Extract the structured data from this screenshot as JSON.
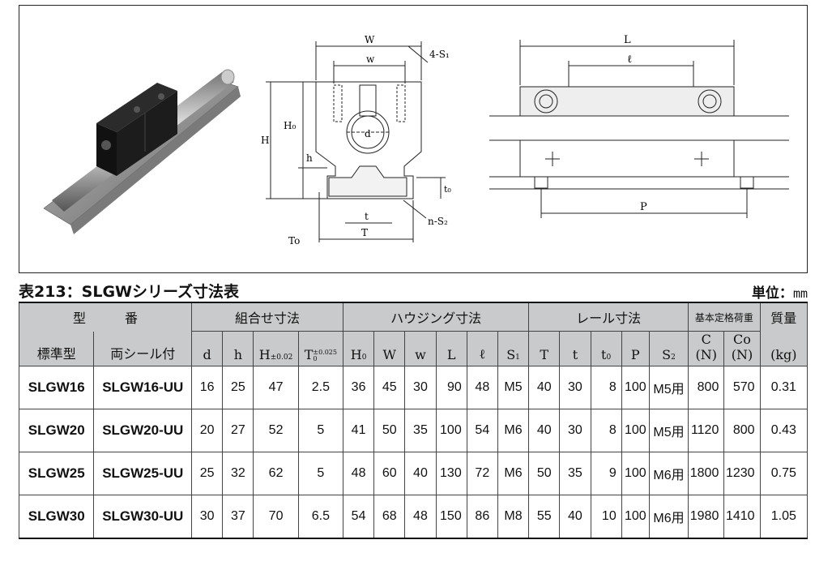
{
  "diagram": {
    "labels": {
      "W": "W",
      "w": "w",
      "four_s1": "4-S₁",
      "H0": "H₀",
      "H": "H",
      "h": "h",
      "d": "d",
      "t0": "t₀",
      "t": "t",
      "n_s2": "n-S₂",
      "To": "To",
      "T": "T",
      "L": "L",
      "ell": "ℓ",
      "P": "P"
    }
  },
  "table": {
    "title": "表213：SLGWシリーズ寸法表",
    "unit_label": "単位：",
    "unit_value": "mm",
    "header": {
      "model": "型　　　番",
      "combo": "組合せ寸法",
      "housing": "ハウジング寸法",
      "rail": "レール寸法",
      "load": "基本定格荷重",
      "mass": "質量",
      "C": "C",
      "Co": "Co",
      "std": "標準型",
      "seal": "両シール付",
      "d": "d",
      "h": "h",
      "H": "H",
      "H_tol": "±0.02",
      "T": "T",
      "T_tol_top": "±0.025",
      "T_tol_bottom": "0",
      "H0": "H",
      "H0_sub": "0",
      "W": "W",
      "w": "w",
      "L": "L",
      "ell": "ℓ",
      "S1": "S",
      "S1_sub": "1",
      "T2": "T",
      "t": "t",
      "t0": "t",
      "t0_sub": "0",
      "P": "P",
      "S2": "S",
      "S2_sub": "2",
      "C_unit": "(N)",
      "Co_unit": "(N)",
      "mass_unit": "(kg)"
    },
    "rows": [
      {
        "std": "SLGW16",
        "seal": "SLGW16-UU",
        "d": "16",
        "h": "25",
        "H": "47",
        "T": "2.5",
        "H0": "36",
        "W": "45",
        "w": "30",
        "L": "90",
        "ell": "48",
        "S1": "M5",
        "T2": "40",
        "t": "30",
        "t0": "8",
        "P": "100",
        "S2": "M5用",
        "C": "800",
        "Co": "570",
        "mass": "0.31"
      },
      {
        "std": "SLGW20",
        "seal": "SLGW20-UU",
        "d": "20",
        "h": "27",
        "H": "52",
        "T": "5",
        "H0": "41",
        "W": "50",
        "w": "35",
        "L": "100",
        "ell": "54",
        "S1": "M6",
        "T2": "40",
        "t": "30",
        "t0": "8",
        "P": "100",
        "S2": "M5用",
        "C": "1120",
        "Co": "800",
        "mass": "0.43"
      },
      {
        "std": "SLGW25",
        "seal": "SLGW25-UU",
        "d": "25",
        "h": "32",
        "H": "62",
        "T": "5",
        "H0": "48",
        "W": "60",
        "w": "40",
        "L": "130",
        "ell": "72",
        "S1": "M6",
        "T2": "50",
        "t": "35",
        "t0": "9",
        "P": "100",
        "S2": "M6用",
        "C": "1800",
        "Co": "1230",
        "mass": "0.75"
      },
      {
        "std": "SLGW30",
        "seal": "SLGW30-UU",
        "d": "30",
        "h": "37",
        "H": "70",
        "T": "6.5",
        "H0": "54",
        "W": "68",
        "w": "48",
        "L": "150",
        "ell": "86",
        "S1": "M8",
        "T2": "55",
        "t": "40",
        "t0": "10",
        "P": "100",
        "S2": "M6用",
        "C": "1980",
        "Co": "1410",
        "mass": "1.05"
      }
    ]
  }
}
